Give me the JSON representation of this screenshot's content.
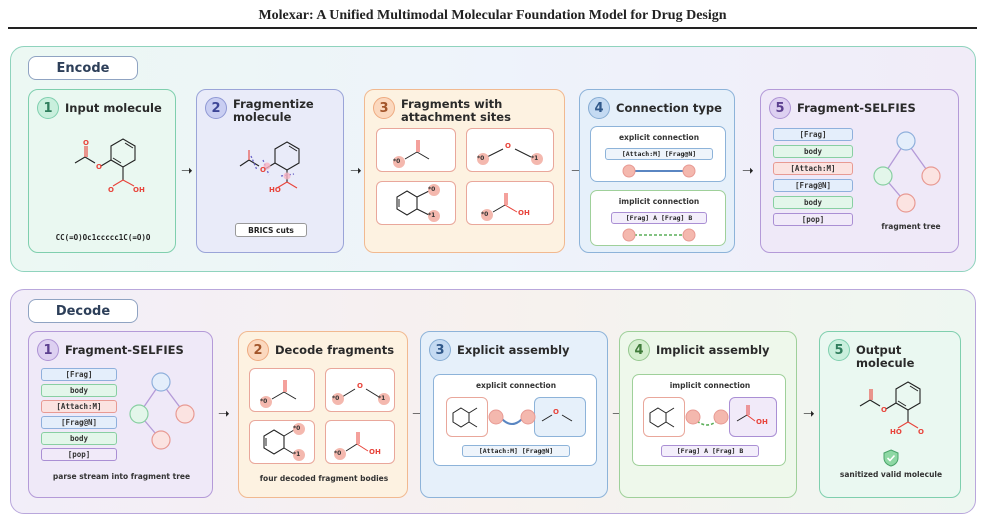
{
  "title": "Molexar: A Unified Multimodal Molecular Foundation Model for Drug Design",
  "encode": {
    "label": "Encode",
    "steps": [
      {
        "num": "1",
        "title": "Input molecule",
        "smiles": "CC(=O)Oc1ccccc1C(=O)O"
      },
      {
        "num": "2",
        "title_l1": "Fragmentize",
        "title_l2": "molecule",
        "caption": "BRICS cuts"
      },
      {
        "num": "3",
        "title_l1": "Fragments with",
        "title_l2": "attachment sites"
      },
      {
        "num": "4",
        "title": "Connection type",
        "explicit_label": "explicit connection",
        "explicit_tokens": "[Attach:M] [Frag@N]",
        "implicit_label": "implicit connection",
        "implicit_tokens": "[Frag] A [Frag] B"
      },
      {
        "num": "5",
        "title": "Fragment-SELFIES",
        "tree_caption": "fragment tree"
      }
    ]
  },
  "decode": {
    "label": "Decode",
    "steps": [
      {
        "num": "1",
        "title": "Fragment-SELFIES",
        "caption": "parse stream into fragment tree"
      },
      {
        "num": "2",
        "title": "Decode fragments",
        "caption": "four decoded fragment bodies"
      },
      {
        "num": "3",
        "title": "Explicit assembly",
        "inner_label": "explicit connection",
        "tokens": "[Attach:M] [Frag@N]"
      },
      {
        "num": "4",
        "title": "Implicit assembly",
        "inner_label": "implicit connection",
        "tokens": "[Frag] A [Frag] B"
      },
      {
        "num": "5",
        "title": "Output molecule",
        "caption": "sanitized valid molecule"
      }
    ]
  },
  "selfies_tokens": [
    "[Frag]",
    "body",
    "[Attach:M]",
    "[Frag@N]",
    "body",
    "[pop]"
  ],
  "atoms": {
    "o": "O",
    "oh": "OH",
    "ho": "HO",
    "site0": "*0",
    "site1": "*1"
  },
  "colors": {
    "green": "#7fcfae",
    "indigo": "#9aa4d8",
    "orange": "#f1b990",
    "blue": "#8db3d9",
    "purple": "#b49ad8",
    "attach": "#f4b8ae",
    "red": "#e8433a"
  }
}
